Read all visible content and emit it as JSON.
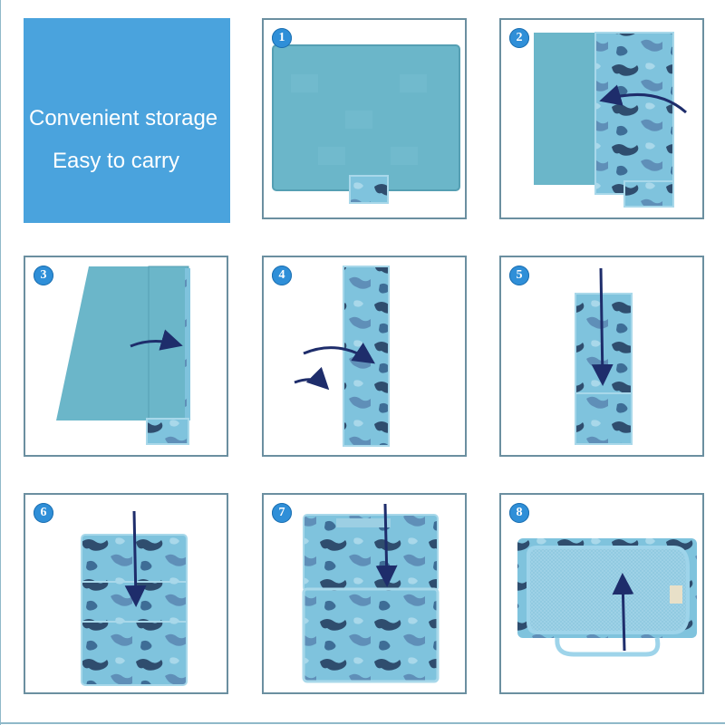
{
  "banner": {
    "line1": "Convenient storage",
    "line2": "Easy to carry"
  },
  "colors": {
    "banner_bg": "#4aa3dd",
    "mat_blue": "#6bb6c9",
    "camo_light": "#7fc3dd",
    "camo_dark": "#2f4d6e",
    "arrow": "#1e2d6b",
    "badge": "#2f8fd8"
  },
  "steps": [
    {
      "number": "1",
      "image": "flat-picnic-mat"
    },
    {
      "number": "2",
      "image": "fold-right-side-over"
    },
    {
      "number": "3",
      "image": "fold-left-side-over"
    },
    {
      "number": "4",
      "image": "long-folded-strip"
    },
    {
      "number": "5",
      "image": "fold-strip-down"
    },
    {
      "number": "6",
      "image": "fold-again-down"
    },
    {
      "number": "7",
      "image": "fold-into-pouch"
    },
    {
      "number": "8",
      "image": "closed-mat-with-handle"
    }
  ]
}
